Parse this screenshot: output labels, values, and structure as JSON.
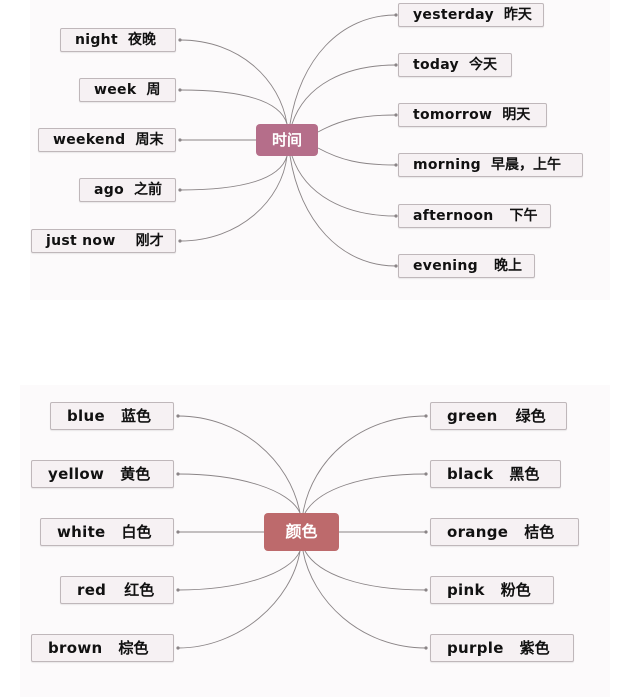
{
  "colors": {
    "time_center": "#b56e8a",
    "color_center": "#bd6a6c",
    "node_bg": "#f6f1f3",
    "node_border": "#bfb7ba",
    "link": "#8a8486"
  },
  "time_map": {
    "center": "时间",
    "left": [
      {
        "en": "night",
        "zh": "夜晚"
      },
      {
        "en": "week",
        "zh": "周"
      },
      {
        "en": "weekend",
        "zh": "周末"
      },
      {
        "en": "ago",
        "zh": "之前"
      },
      {
        "en": "just now",
        "zh": "刚才"
      }
    ],
    "right": [
      {
        "en": "yesterday",
        "zh": "昨天"
      },
      {
        "en": "today",
        "zh": "今天"
      },
      {
        "en": "tomorrow",
        "zh": "明天"
      },
      {
        "en": "morning",
        "zh": "早晨，上午"
      },
      {
        "en": "afternoon",
        "zh": "下午"
      },
      {
        "en": "evening",
        "zh": "晚上"
      }
    ]
  },
  "color_map": {
    "center": "颜色",
    "left": [
      {
        "en": "blue",
        "zh": "蓝色"
      },
      {
        "en": "yellow",
        "zh": "黄色"
      },
      {
        "en": "white",
        "zh": "白色"
      },
      {
        "en": "red",
        "zh": "红色"
      },
      {
        "en": "brown",
        "zh": "棕色"
      }
    ],
    "right": [
      {
        "en": "green",
        "zh": "绿色"
      },
      {
        "en": "black",
        "zh": "黑色"
      },
      {
        "en": "orange",
        "zh": "桔色"
      },
      {
        "en": "pink",
        "zh": "粉色"
      },
      {
        "en": "purple",
        "zh": "紫色"
      }
    ]
  }
}
